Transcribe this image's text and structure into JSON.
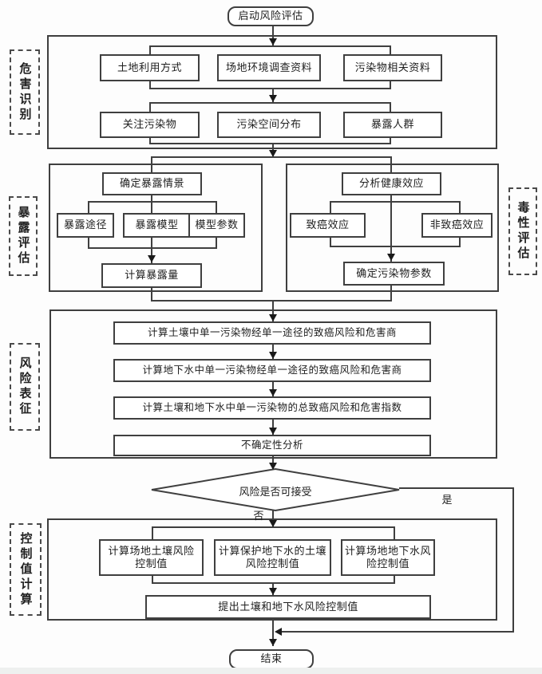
{
  "colors": {
    "line": "#3f3f3f",
    "box_background": "#ffffff",
    "page_background": "#fdfdfd",
    "footer_strip": "#eef0ef"
  },
  "nodes": {
    "start": "启动风险评估",
    "end": "结束"
  },
  "stage1": {
    "label": "危害识别",
    "row1": [
      "土地利用方式",
      "场地环境调查资料",
      "污染物相关资料"
    ],
    "row2": [
      "关注污染物",
      "污染空间分布",
      "暴露人群"
    ]
  },
  "exposure": {
    "label": "暴露评估",
    "top": "确定暴露情景",
    "items": [
      "暴露途径",
      "暴露模型",
      "模型参数"
    ],
    "bottom": "计算暴露量"
  },
  "toxicity": {
    "label": "毒性评估",
    "top": "分析健康效应",
    "items": [
      "致癌效应",
      "非致癌效应"
    ],
    "bottom": "确定污染物参数"
  },
  "characterization": {
    "label": "风险表征",
    "steps": [
      "计算土壤中单一污染物经单一途径的致癌风险和危害商",
      "计算地下水中单一污染物经单一途径的致癌风险和危害商",
      "计算土壤和地下水中单一污染物的总致癌风险和危害指数",
      "不确定性分析"
    ]
  },
  "decision": {
    "label": "风险是否可接受",
    "no_label": "否",
    "yes_label": "是"
  },
  "control": {
    "label": "控制值计算",
    "items": [
      "计算场地土壤风险控制值",
      "计算保护地下水的土壤风险控制值",
      "计算场地地下水风险控制值"
    ],
    "summary": "提出土壤和地下水风险控制值"
  }
}
